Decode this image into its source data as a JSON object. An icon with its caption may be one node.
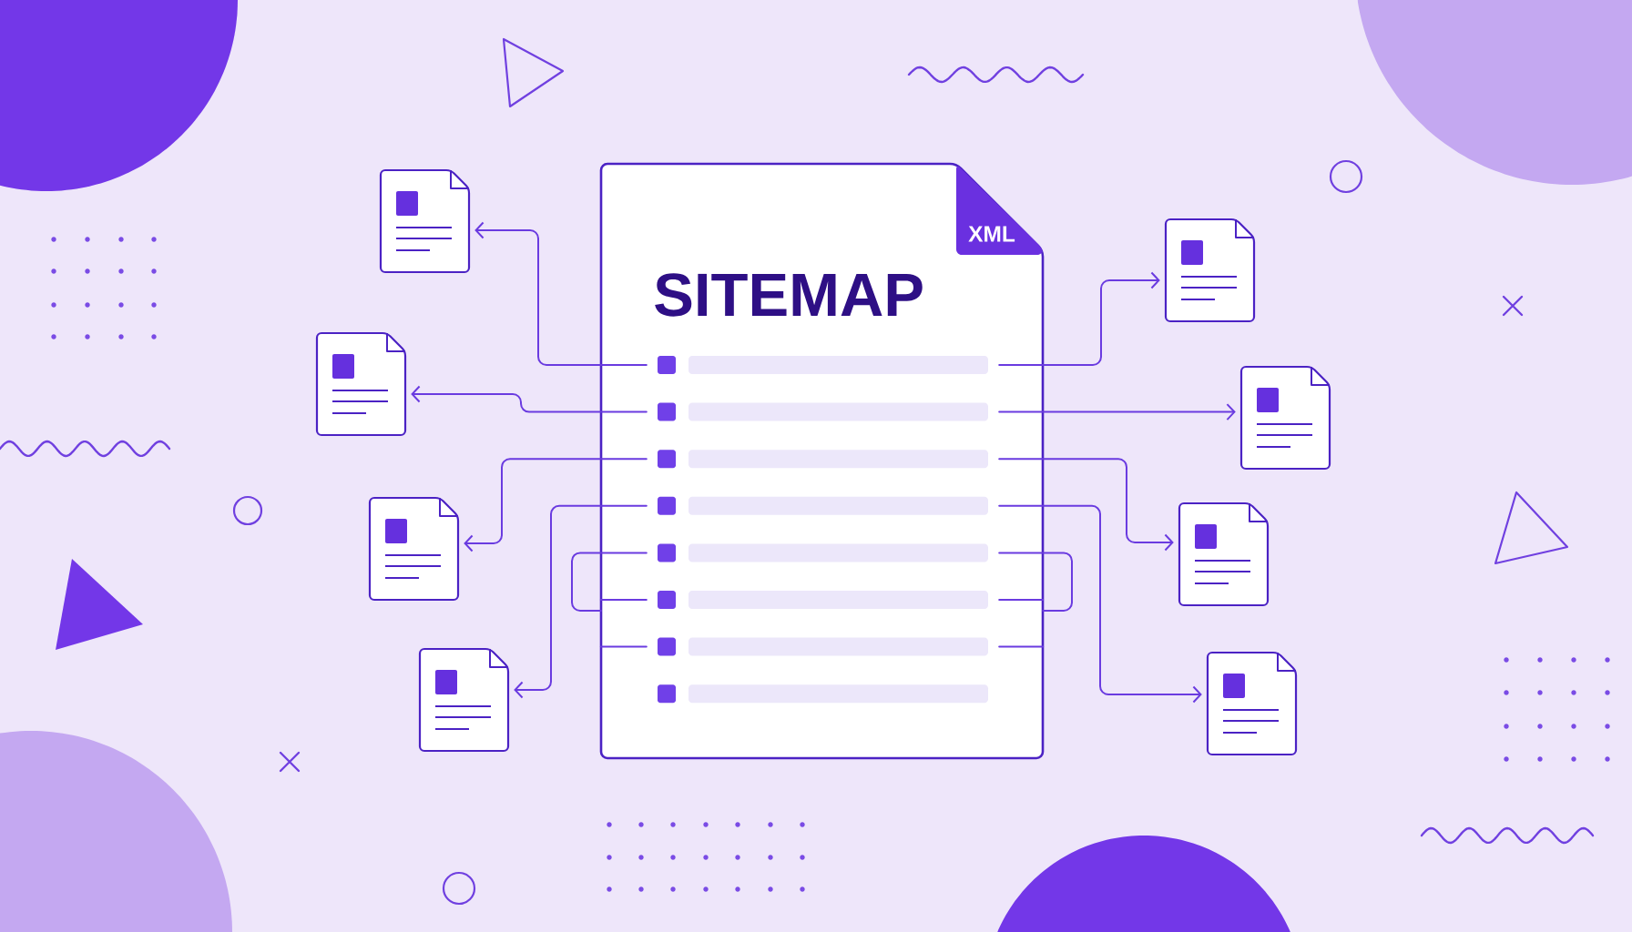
{
  "diagram": {
    "nodes": [
      {
        "text": [
          "SITEMAP"
        ]
      },
      {
        "text": [
          "XML"
        ],
        "in": 0
      },
      {
        "text": [],
        "shape": "bar",
        "in": 0
      },
      {
        "text": [],
        "shape": "bar",
        "in": 0
      },
      {
        "text": [],
        "shape": "bar",
        "in": 0
      },
      {
        "text": [],
        "shape": "bar",
        "in": 0
      },
      {
        "text": [],
        "shape": "bar",
        "in": 0
      },
      {
        "text": [],
        "shape": "bar",
        "in": 0
      },
      {
        "text": [],
        "shape": "bar",
        "in": 0
      },
      {
        "text": [],
        "shape": "bar",
        "in": 0
      },
      {
        "text": [],
        "shape": "document"
      },
      {
        "text": [],
        "shape": "document"
      },
      {
        "text": [],
        "shape": "document"
      },
      {
        "text": [],
        "shape": "document"
      },
      {
        "text": [],
        "shape": "document"
      },
      {
        "text": [],
        "shape": "document"
      },
      {
        "text": [],
        "shape": "document"
      },
      {
        "text": [],
        "shape": "document"
      },
      {
        "text": [],
        "shape": "triangle"
      },
      {
        "text": [],
        "shape": "triangle"
      },
      {
        "text": [],
        "shape": "triangle"
      },
      {
        "text": [],
        "shape": "semicircle"
      }
    ],
    "edges": [
      {
        "from": 2,
        "to": 10,
        "arrow": "to"
      },
      {
        "from": 2,
        "to": 11,
        "arrow": "to"
      },
      {
        "from": 3,
        "to": 12,
        "arrow": "to"
      },
      {
        "from": 3,
        "to": 13,
        "arrow": "to"
      },
      {
        "from": 4,
        "to": 14,
        "arrow": "to"
      },
      {
        "from": 4,
        "to": 15,
        "arrow": "to"
      },
      {
        "from": 5,
        "to": 16,
        "arrow": "to"
      },
      {
        "from": 5,
        "to": 17,
        "arrow": "to"
      },
      {
        "from": 6,
        "to": 0,
        "arrow": "none"
      },
      {
        "from": 6,
        "to": 0,
        "arrow": "none"
      },
      {
        "from": 7,
        "to": 0,
        "arrow": "none"
      },
      {
        "from": 7,
        "to": 0,
        "arrow": "none"
      },
      {
        "from": 8,
        "to": 0,
        "arrow": "none"
      },
      {
        "from": 8,
        "to": 0,
        "arrow": "none"
      }
    ]
  }
}
